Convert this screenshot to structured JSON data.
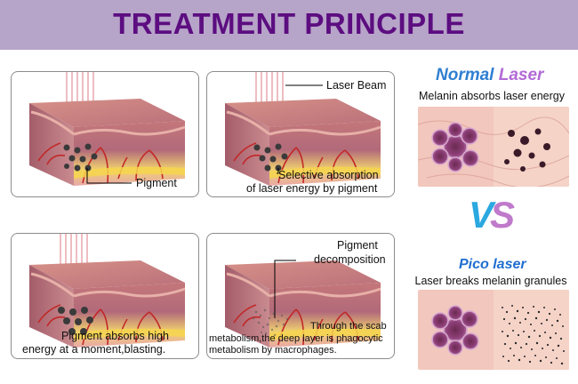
{
  "header": {
    "title": "TREATMENT PRINCIPLE"
  },
  "panels": [
    {
      "labels": [
        "Pigment"
      ]
    },
    {
      "labels": [
        "Laser Beam",
        "Selective absorption",
        "of laser energy by pigment"
      ]
    },
    {
      "labels": [
        "Pigment absorbs high",
        "energy at a moment,blasting."
      ]
    },
    {
      "labels": [
        "Pigment",
        "decomposition",
        "Through the scab",
        "metabolism,the deep layer is phagocytic",
        "metabolism by macrophages."
      ]
    }
  ],
  "comparison": {
    "normal_title_word1": "Normal",
    "normal_title_word2": "Laser",
    "normal_caption": "Melanin absorbs laser energy",
    "vs_v": "V",
    "vs_s": "S",
    "pico_title": "Pico laser",
    "pico_caption": "Laser breaks melanin granules"
  },
  "colors": {
    "header_bg": "#b7a4c9",
    "title": "#5c0d80",
    "normal_word1": "#2f7fd1",
    "normal_word2": "#b26ad6",
    "vs_v": "#2ba8e0",
    "vs_s": "#c07acb",
    "pico": "#1f6fd0"
  }
}
